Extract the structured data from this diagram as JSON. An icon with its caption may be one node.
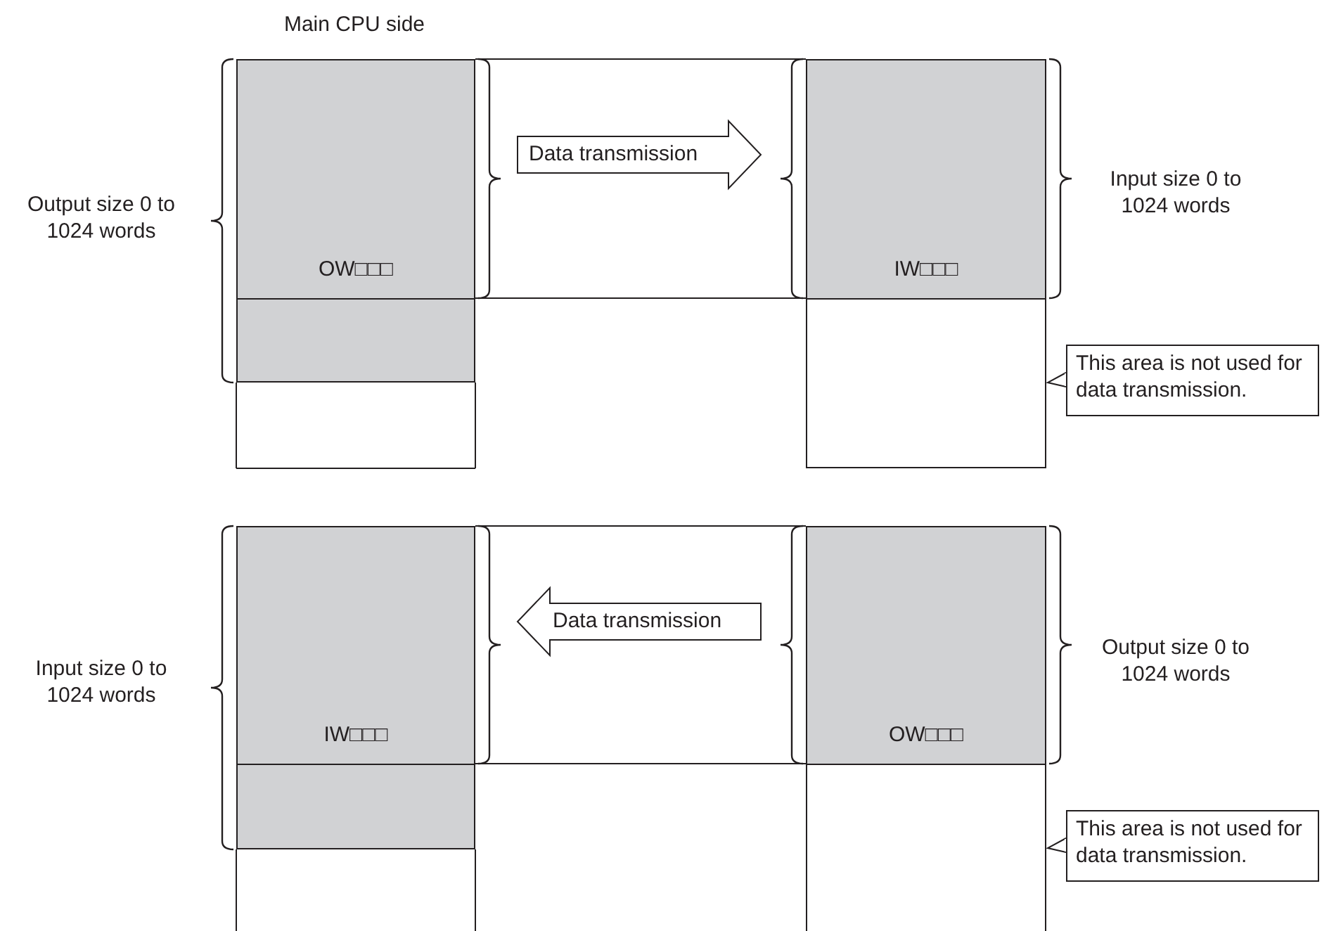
{
  "diagram": {
    "nodes": [
      {
        "text": [
          "OW□□□"
        ]
      },
      {
        "text": [
          "IW□□□"
        ]
      },
      {
        "text": [],
        "shape": "box"
      },
      {
        "text": [],
        "shape": "box"
      },
      {
        "text": [
          "This area is not used for data transmission."
        ]
      },
      {
        "text": [
          "IW□□□"
        ]
      },
      {
        "text": [
          "OW□□□"
        ]
      },
      {
        "text": [],
        "shape": "box"
      },
      {
        "text": [],
        "shape": "box"
      },
      {
        "text": [
          "This area is not used for data transmission."
        ]
      }
    ],
    "edges": [
      {
        "from": 0,
        "to": 1,
        "arrow": "to",
        "label": "Data transmission"
      },
      {
        "from": 4,
        "to": 3,
        "arrow": "to"
      },
      {
        "from": 6,
        "to": 5,
        "arrow": "to",
        "label": "Data transmission"
      },
      {
        "from": 9,
        "to": 8,
        "arrow": "to"
      }
    ],
    "labels": [
      "Main CPU side",
      "Output size 0 to 1024 words",
      "Input size 0 to 1024 words",
      "Input size 0 to 1024 words",
      "Output size 0 to 1024 words"
    ]
  }
}
